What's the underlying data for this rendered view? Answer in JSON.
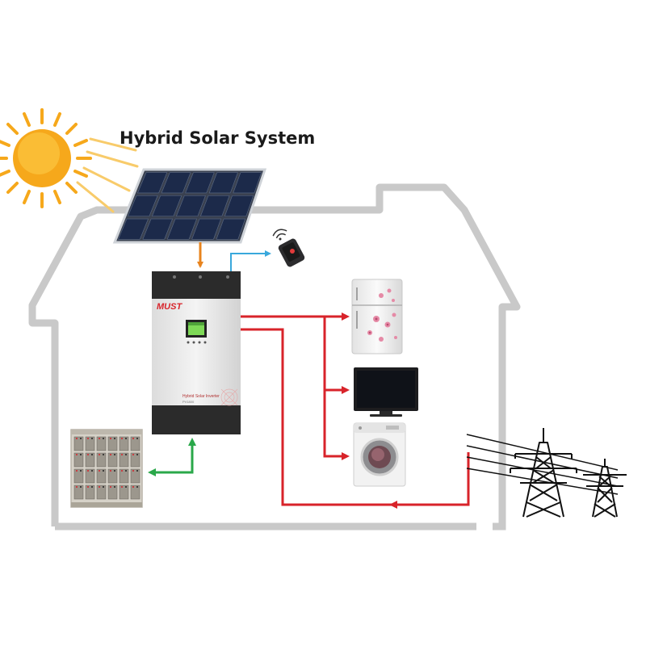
{
  "title": "Hybrid Solar System",
  "inverter": {
    "brand": "MUST",
    "label": "Hybrid Solar Inverter",
    "model": "PV1800"
  },
  "icons": [
    "sun-icon",
    "solar-panel-icon",
    "smartphone-wifi-icon",
    "inverter-icon",
    "battery-bank-icon",
    "refrigerator-icon",
    "television-icon",
    "washing-machine-icon",
    "power-grid-tower-icon"
  ],
  "colors": {
    "house_outline": "#c9c9c9",
    "solar_arrow": "#e8841e",
    "wifi_arrow": "#39a8dc",
    "battery_arrow": "#2aa84a",
    "ac_arrow": "#d8232a",
    "sun": "#f6a81b"
  }
}
